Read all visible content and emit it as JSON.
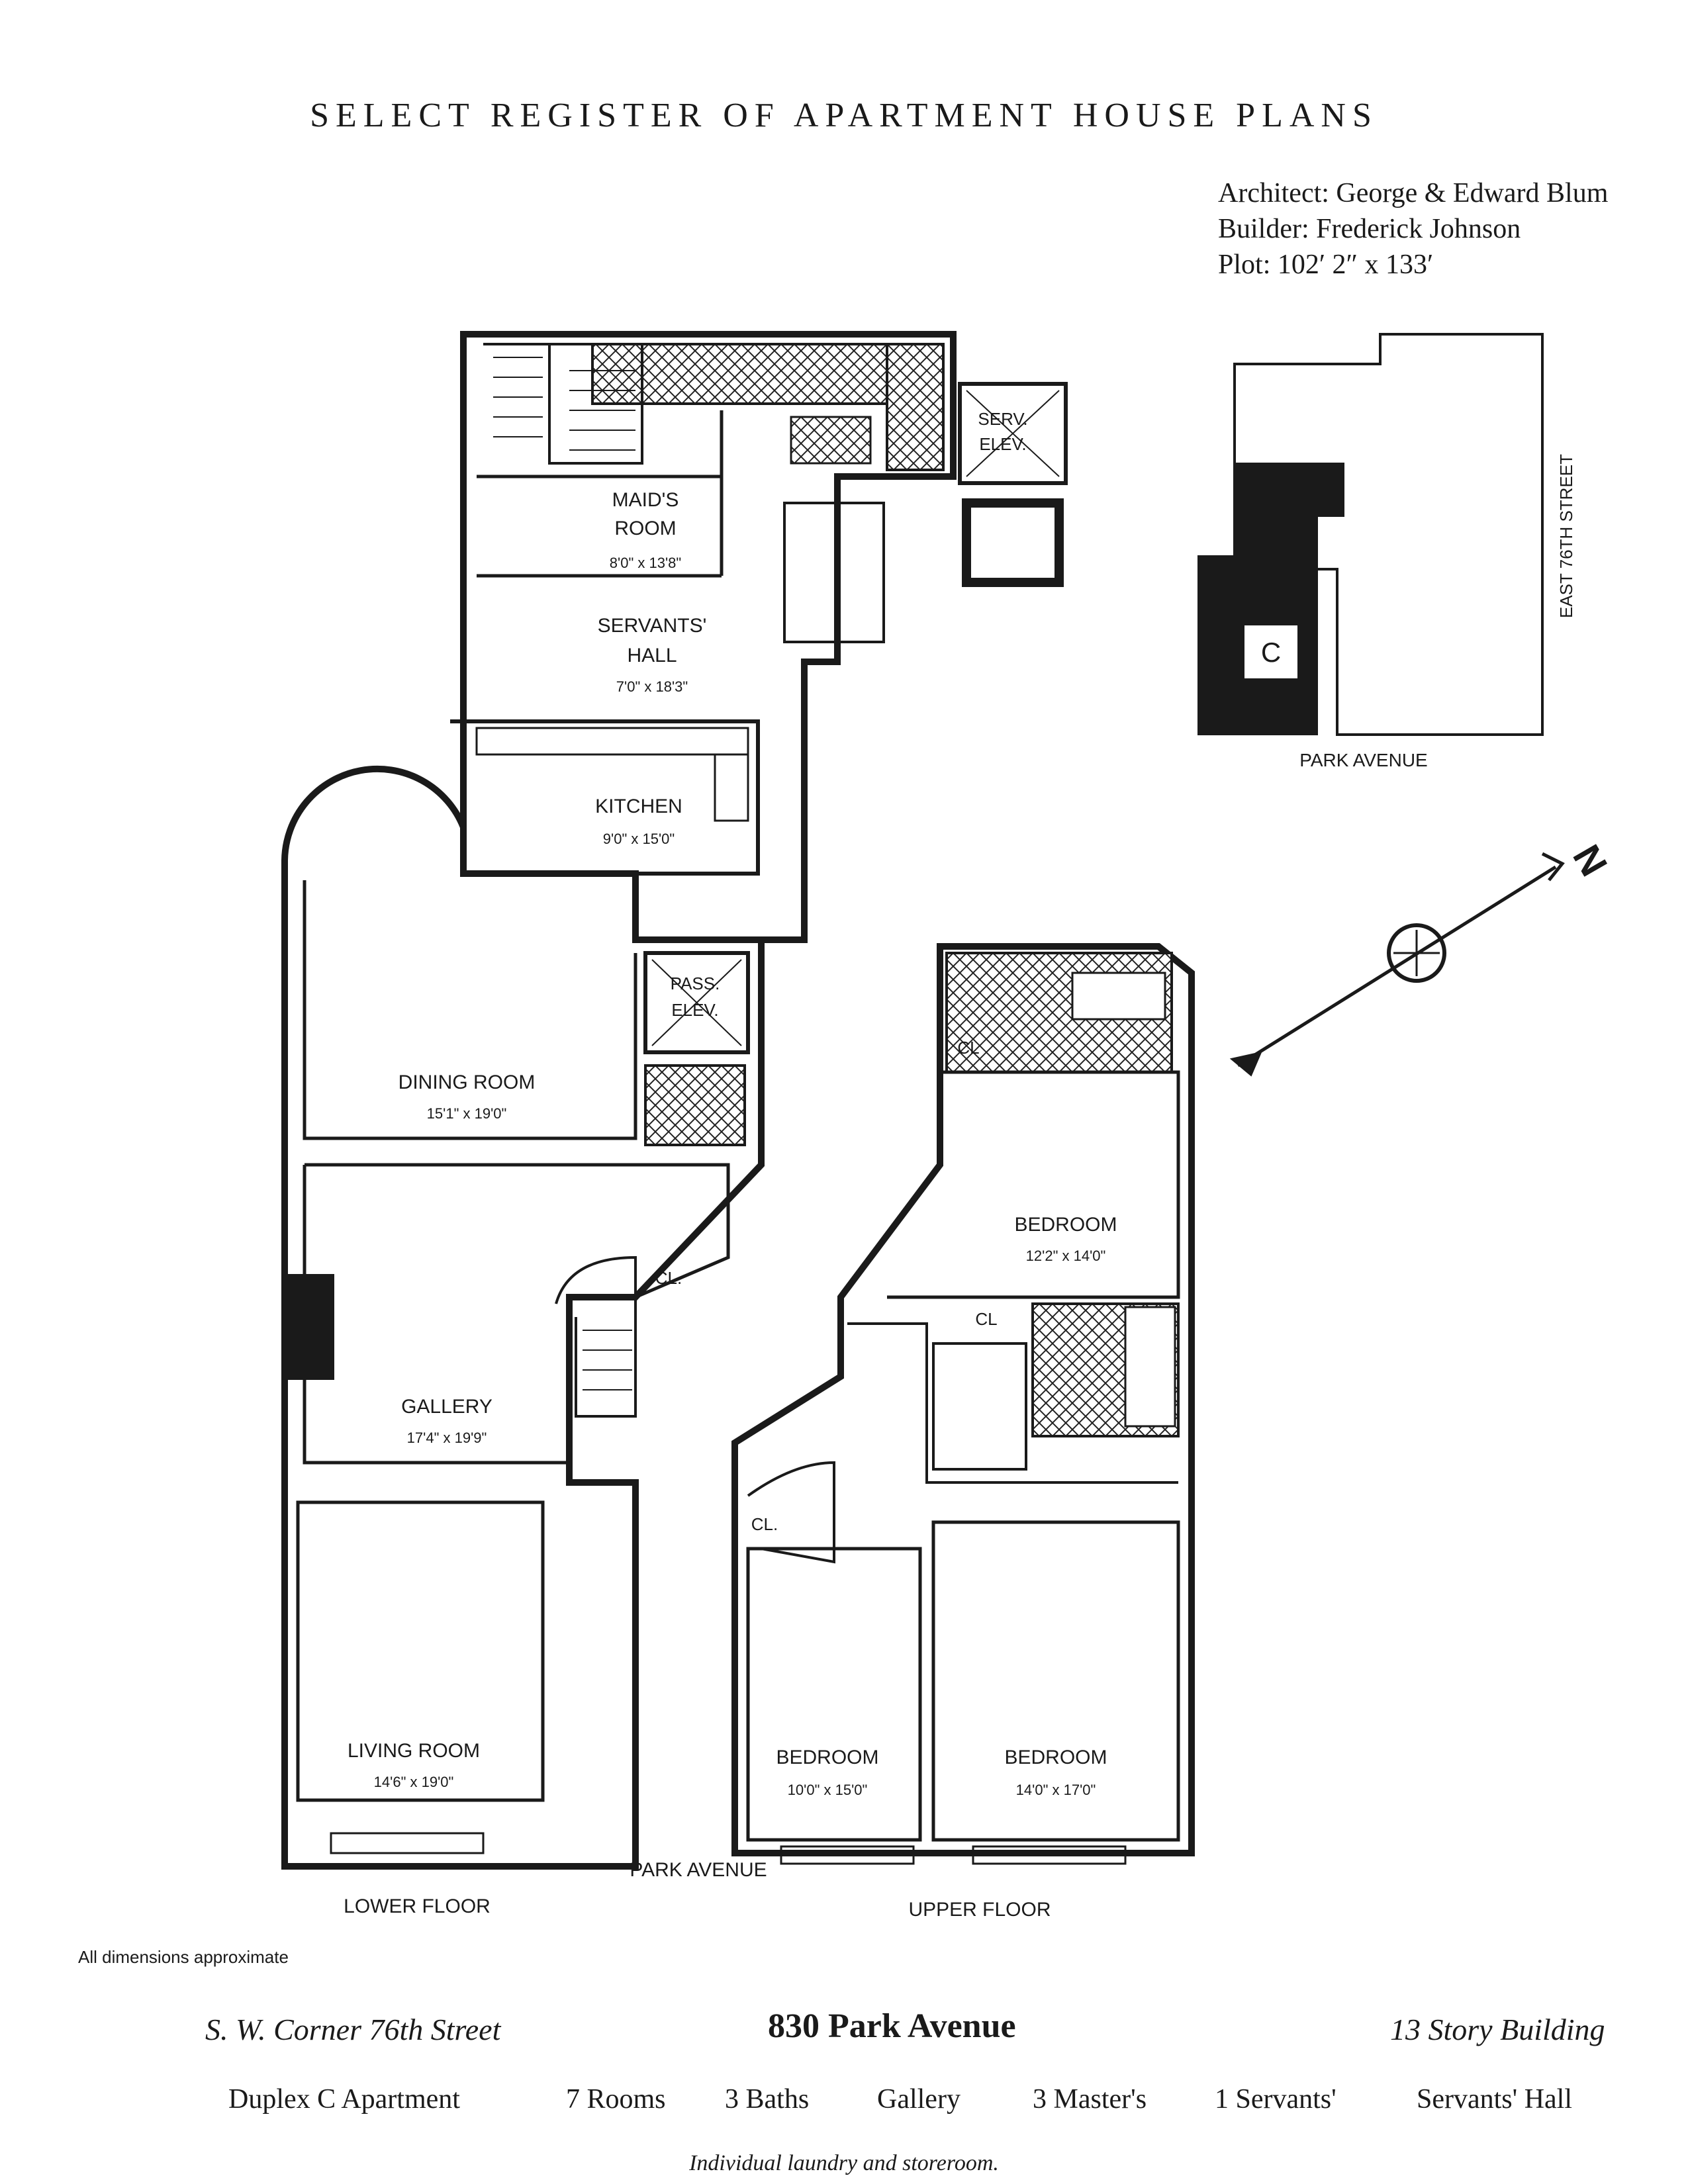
{
  "header": {
    "title": "SELECT REGISTER OF APARTMENT HOUSE PLANS"
  },
  "meta": {
    "architect": "Architect: George & Edward Blum",
    "builder": "Builder: Frederick Johnson",
    "plot": "Plot: 102′ 2″ x 133′"
  },
  "site_plan": {
    "street_side": "EAST 76TH STREET",
    "street_bottom": "PARK AVENUE",
    "unit_marker": "C"
  },
  "compass": {
    "north": "N"
  },
  "service_rooms": [
    {
      "name": "MAID'S",
      "name2": "ROOM",
      "dims": "8'0\" x 13'8\""
    },
    {
      "name": "SERVANTS'",
      "name2": "HALL",
      "dims": "7'0\" x 18'3\""
    },
    {
      "name": "KITCHEN",
      "dims": "9'0\" x 15'0\""
    }
  ],
  "elevators": {
    "service": [
      "SERV.",
      "ELEV."
    ],
    "passenger": [
      "PASS.",
      "ELEV."
    ]
  },
  "lower_floor": {
    "label": "LOWER FLOOR",
    "rooms": [
      {
        "name": "DINING ROOM",
        "dims": "15'1\" x 19'0\""
      },
      {
        "name": "GALLERY",
        "dims": "17'4\" x 19'9\""
      },
      {
        "name": "LIVING ROOM",
        "dims": "14'6\" x 19'0\""
      }
    ],
    "closet": "CL."
  },
  "upper_floor": {
    "label": "UPPER FLOOR",
    "rooms": [
      {
        "name": "BEDROOM",
        "dims": "12'2\" x 14'0\""
      },
      {
        "name": "BEDROOM",
        "dims": "10'0\" x 15'0\""
      },
      {
        "name": "BEDROOM",
        "dims": "14'0\" x 17'0\""
      }
    ],
    "closets": [
      "CL",
      "CL",
      "CL."
    ]
  },
  "street_label": "PARK AVENUE",
  "note": "All dimensions approximate",
  "footer": {
    "location": "S. W. Corner 76th Street",
    "address": "830 Park Avenue",
    "stories": "13 Story Building",
    "type": "Duplex C Apartment",
    "rooms": "7 Rooms",
    "baths": "3 Baths",
    "gallery": "Gallery",
    "masters": "3 Master's",
    "servants": "1 Servants'",
    "hall": "Servants' Hall",
    "extra": "Individual laundry and storeroom."
  }
}
